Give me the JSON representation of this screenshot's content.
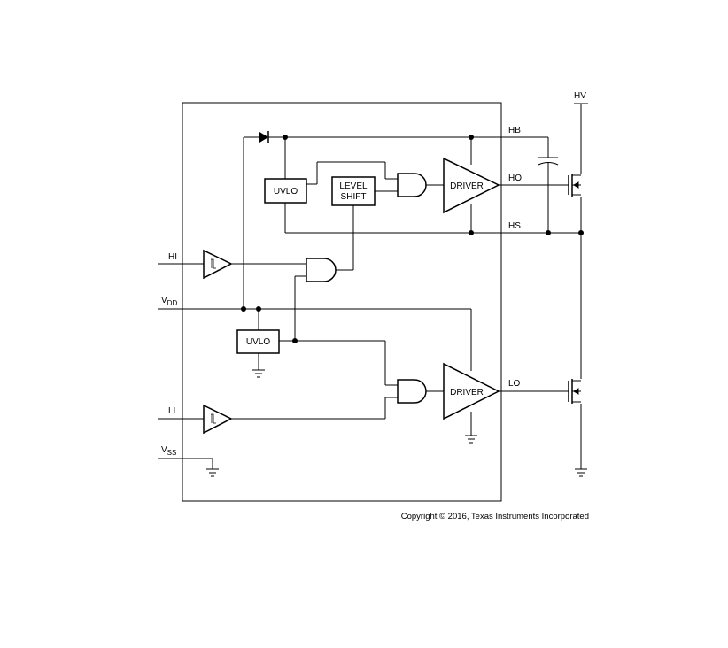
{
  "pins": {
    "hb": "HB",
    "ho": "HO",
    "hs": "HS",
    "hi": "HI",
    "vdd_main": "V",
    "vdd_sub": "DD",
    "li": "LI",
    "vss_main": "V",
    "vss_sub": "SS",
    "lo": "LO",
    "hv": "HV"
  },
  "blocks": {
    "uvlo_high": "UVLO",
    "level_shift_line1": "LEVEL",
    "level_shift_line2": "SHIFT",
    "driver_high": "DRIVER",
    "uvlo_low": "UVLO",
    "driver_low": "DRIVER"
  },
  "copyright": "Copyright © 2016, Texas Instruments Incorporated"
}
